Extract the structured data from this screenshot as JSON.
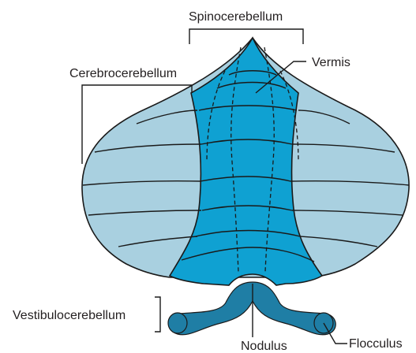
{
  "labels": {
    "spinocerebellum": "Spinocerebellum",
    "vermis": "Vermis",
    "cerebrocerebellum": "Cerebrocerebellum",
    "vestibulocerebellum": "Vestibulocerebellum",
    "nodulus": "Nodulus",
    "flocculus": "Flocculus"
  },
  "colors": {
    "hemisphere": "#a9d0e0",
    "paravermis": "#0fa1d2",
    "vermis": "#0994c6",
    "flocculonodular": "#1f7ea5",
    "outline": "#1a1a1a"
  }
}
